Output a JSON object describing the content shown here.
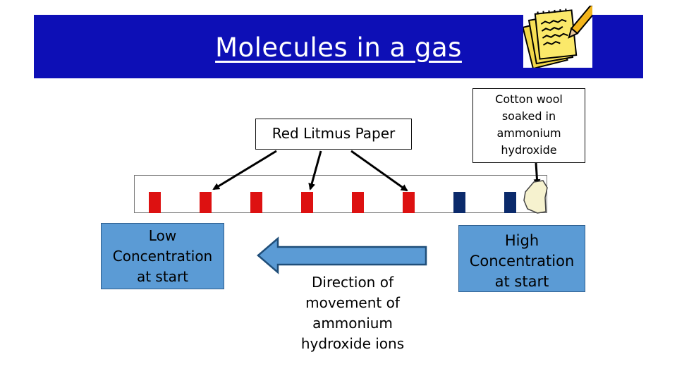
{
  "slide": {
    "title": "Molecules in a gas"
  },
  "labels": {
    "litmus": "Red Litmus Paper",
    "cotton": [
      "Cotton wool",
      "soaked in",
      "ammonium",
      "hydroxide"
    ],
    "low": [
      "Low",
      "Concentration",
      "at start"
    ],
    "high": [
      "High",
      "Concentration",
      "at start"
    ],
    "direction": [
      "Direction of",
      "movement of",
      "ammonium",
      "hydroxide ions"
    ]
  },
  "strips": [
    {
      "color": "#dd1111"
    },
    {
      "color": "#dd1111"
    },
    {
      "color": "#dd1111"
    },
    {
      "color": "#dd1111"
    },
    {
      "color": "#dd1111"
    },
    {
      "color": "#dd1111"
    },
    {
      "color": "#0b2a6b"
    },
    {
      "color": "#0b2a6b"
    }
  ],
  "colors": {
    "header": "#0d0fb6",
    "box_fill": "#5b9bd5",
    "arrow_fill": "#5b9bd5",
    "arrow_stroke": "#1f4e79",
    "cotton_fill": "#f6f2cf"
  },
  "icons": {
    "notepad": "notepad-pencil-icon"
  }
}
